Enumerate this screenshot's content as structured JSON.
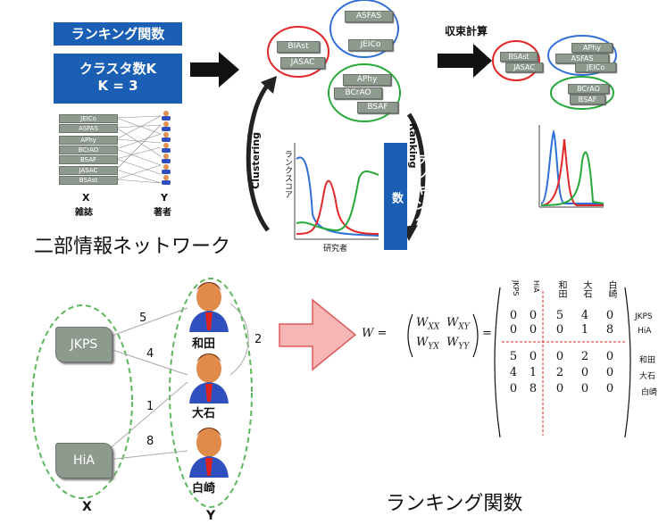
{
  "top": {
    "ranking_func_title": "ランキング関数",
    "cluster_box_line1": "クラスタ数K",
    "cluster_box_line2": "K = 3",
    "stack_journals": [
      "JEICo",
      "ASFAS",
      "APhy",
      "BCrAO",
      "BSAF",
      "JASAC",
      "BSAst"
    ],
    "x_label": "X",
    "x_sub": "雑誌",
    "y_label": "Y",
    "y_sub": "著者",
    "network_caption": "二部情報ネットワーク",
    "cluster_red": [
      "BIAst",
      "JASAC"
    ],
    "cluster_blue": [
      "ASFAS",
      "JEICo"
    ],
    "cluster_green": [
      "APhy",
      "BCrAO",
      "BSAF"
    ],
    "clustering_label": "Clustering",
    "ranking_label": "Ranking",
    "ranking_box_text": "ランキング関数",
    "chart_ylabel": "ランクスコア",
    "chart_xlabel": "研究者",
    "converge_label": "収束計算",
    "result_red": [
      "BSAst",
      "JASAC"
    ],
    "result_blue": [
      "APhy",
      "ASFAS",
      "JEICo"
    ],
    "result_green": [
      "BCrAO",
      "BSAF"
    ]
  },
  "bottom": {
    "journals": [
      "JKPS",
      "HiA"
    ],
    "authors": [
      "和田",
      "大石",
      "白崎"
    ],
    "x_label": "X",
    "y_label": "Y",
    "edge_weights": {
      "jkps_wada": "5",
      "jkps_oishi": "4",
      "hia_oishi": "1",
      "hia_shirasaki": "8",
      "wada_oishi": "2"
    },
    "matrix_lhs": "W =",
    "block_rows": [
      [
        "W",
        "XX",
        "W",
        "XY"
      ],
      [
        "W",
        "YX",
        "W",
        "YY"
      ]
    ],
    "col_headers": [
      "JKPS",
      "HiA",
      "和田",
      "大石",
      "白崎"
    ],
    "row_labels": [
      "JKPS",
      "HiA",
      "和田",
      "大石",
      "白崎"
    ],
    "matrix": [
      [
        0,
        0,
        5,
        4,
        0
      ],
      [
        0,
        0,
        0,
        1,
        8
      ],
      [
        5,
        0,
        0,
        2,
        0
      ],
      [
        4,
        1,
        2,
        0,
        0
      ],
      [
        0,
        8,
        0,
        0,
        0
      ]
    ],
    "caption": "ランキング関数"
  },
  "colors": {
    "blue": "#1a5fb4",
    "red": "#e02828",
    "green": "#27a83a",
    "cluster_blue": "#2f6fd6",
    "arrow_fill": "#f6b6b6",
    "arrow_stroke": "#e05a5a"
  }
}
